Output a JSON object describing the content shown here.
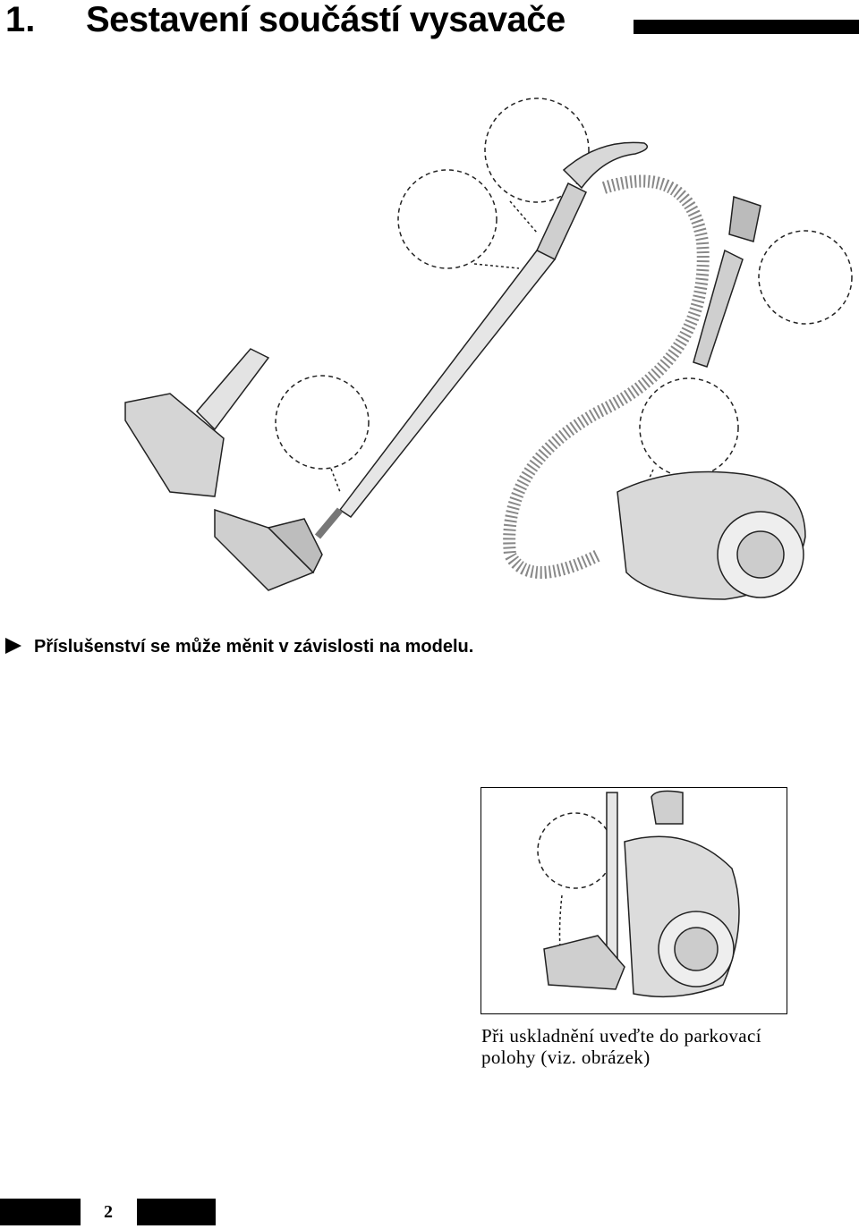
{
  "header": {
    "section_number": "1.",
    "title": "Sestavení součástí vysavače"
  },
  "note": {
    "text": "Příslušenství se může měnit v závislosti na modelu."
  },
  "caption": {
    "line1": "Při uskladnění uveďte do parkovací",
    "line2": "polohy (viz. obrázek)"
  },
  "footer": {
    "page_number": "2"
  },
  "icons": {
    "bullet": "triangle-right-icon"
  }
}
